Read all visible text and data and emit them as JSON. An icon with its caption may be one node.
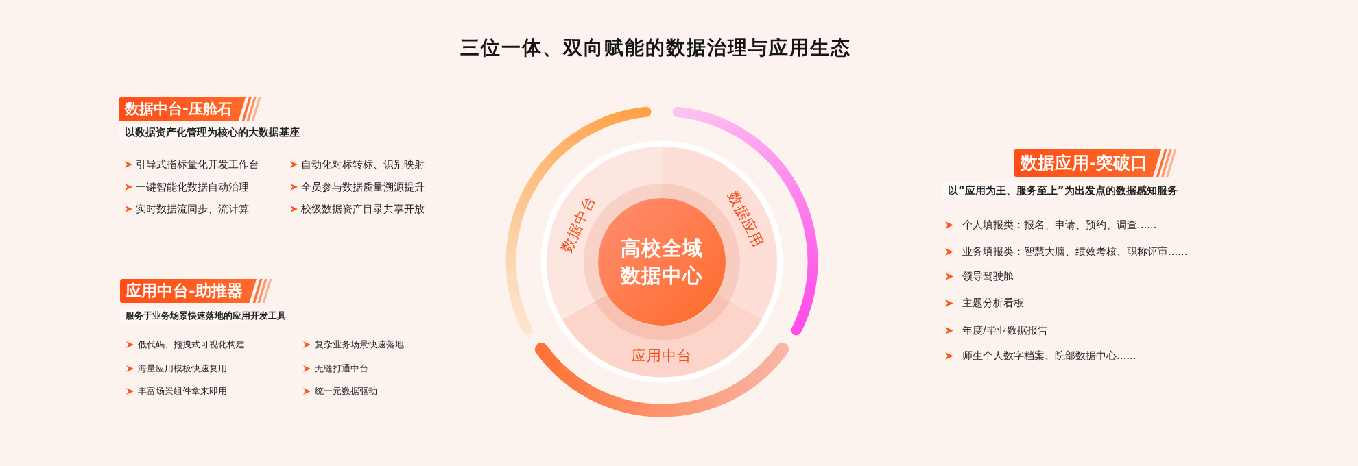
{
  "diagram": {
    "title": "三位一体、双向赋能的数据治理与应用生态",
    "nodes": [
      {
        "text": [
          "数据中台-压舱石"
        ],
        "beside": [
          "以数据资产化管理为核心的大数据基座"
        ]
      },
      {
        "text": [
          "应用中台-助推器"
        ],
        "beside": [
          "服务于业务场景快速落地的应用开发工具"
        ]
      },
      {
        "text": [
          "高校全域数据中心"
        ]
      },
      {
        "text": [
          "数据中台"
        ]
      },
      {
        "text": [
          "数据应用"
        ]
      },
      {
        "text": [
          "应用中台"
        ]
      },
      {
        "text": [
          "数据应用-突破口"
        ],
        "beside": [
          "以“应用为王、服务至上”为出发点的数据感知服务"
        ]
      }
    ],
    "labels": [
      "引导式指标量化开发工作台",
      "自动化对标转标、识别映射",
      "一键智能化数据自动治理",
      "全员参与数据质量溯源提升",
      "实时数据流同步、流计算",
      "校级数据资产目录共享开放",
      "低代码、拖拽式可视化构建",
      "复杂业务场景快速落地",
      "海量应用模板快速复用",
      "无缝打通中台",
      "丰富场景组件拿来即用",
      "统一元数据驱动",
      "个人填报类：报名、申请、预约、调查......",
      "业务填报类：智慧大脑、绩效考核、职称评审......",
      "领导驾驶舱",
      "主题分析看板",
      "年度/毕业数据报告",
      "师生个人数字档案、院部数据中心......"
    ]
  }
}
